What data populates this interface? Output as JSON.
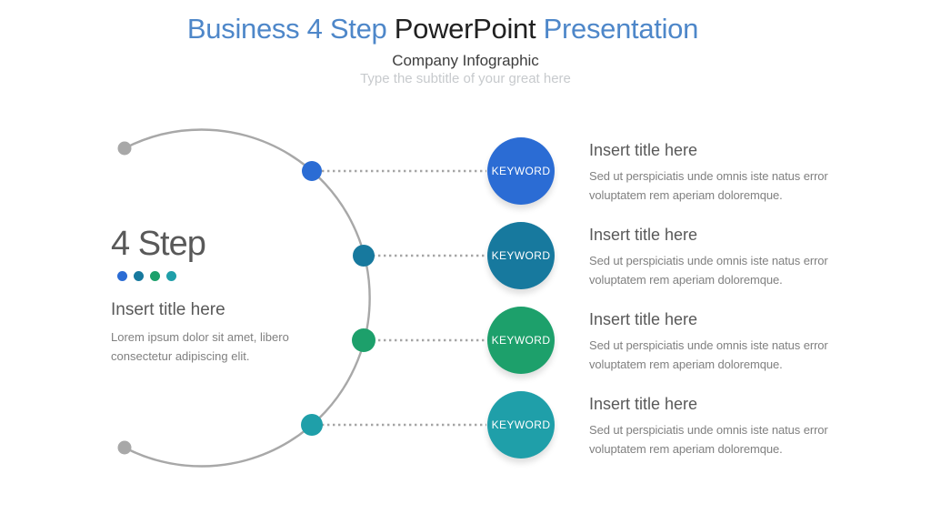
{
  "slide": {
    "title": {
      "leading": "Business 4 Step ",
      "middle": "PowerPoint ",
      "trailing": "Presentation"
    },
    "subtitle": "Company Infographic",
    "subtitle_hint": "Type the subtitle of your great here"
  },
  "left_panel": {
    "heading": "4 Step",
    "title": "Insert title here",
    "description": "Lorem ipsum dolor sit amet, libero consectetur adipiscing elit.",
    "dot_colors": [
      "#2b6cd4",
      "#17799e",
      "#1da06b",
      "#1f9fa9"
    ]
  },
  "steps": [
    {
      "keyword": "KEYWORD",
      "title": "Insert title here",
      "description": "Sed ut perspiciatis unde omnis iste natus error voluptatem rem aperiam doloremque.",
      "color": "#2b6cd4"
    },
    {
      "keyword": "KEYWORD",
      "title": "Insert title here",
      "description": "Sed ut perspiciatis unde omnis iste natus error voluptatem rem aperiam doloremque.",
      "color": "#17799e"
    },
    {
      "keyword": "KEYWORD",
      "title": "Insert title here",
      "description": "Sed ut perspiciatis unde omnis iste natus error voluptatem rem aperiam doloremque.",
      "color": "#1da06b"
    },
    {
      "keyword": "KEYWORD",
      "title": "Insert title here",
      "description": "Sed ut perspiciatis unde omnis iste natus error voluptatem rem aperiam doloremque.",
      "color": "#1f9fa9"
    }
  ],
  "colors": {
    "title_accent": "#4e87c9",
    "title_dark": "#212121",
    "subtitle_gray": "#3d3d3d",
    "hint_gray": "#c7cacd",
    "heading_gray": "#595959",
    "body_gray": "#808080",
    "arc": "#a8a8a8",
    "connector": "#a5a5a5"
  }
}
